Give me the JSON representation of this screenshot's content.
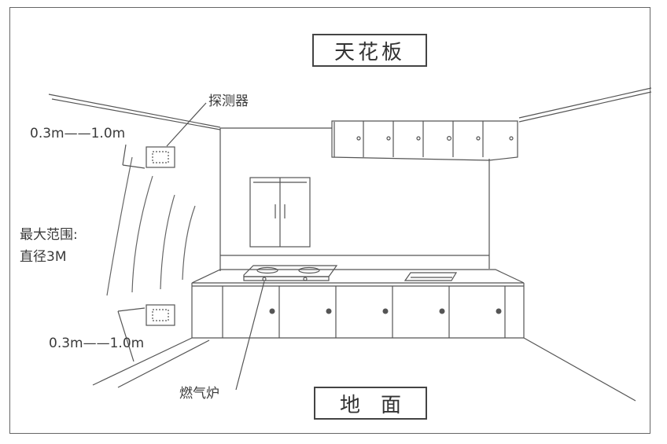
{
  "labels": {
    "ceiling": "天花板",
    "floor": "地　面",
    "detector": "探测器",
    "gas_stove": "燃气炉",
    "top_distance": "0.3m——1.0m",
    "bottom_distance": "0.3m——1.0m",
    "range_line1": "最大范围:",
    "range_line2": "直径3M"
  },
  "colors": {
    "line": "#555555",
    "box_border": "#444444",
    "knob": "#555555"
  }
}
